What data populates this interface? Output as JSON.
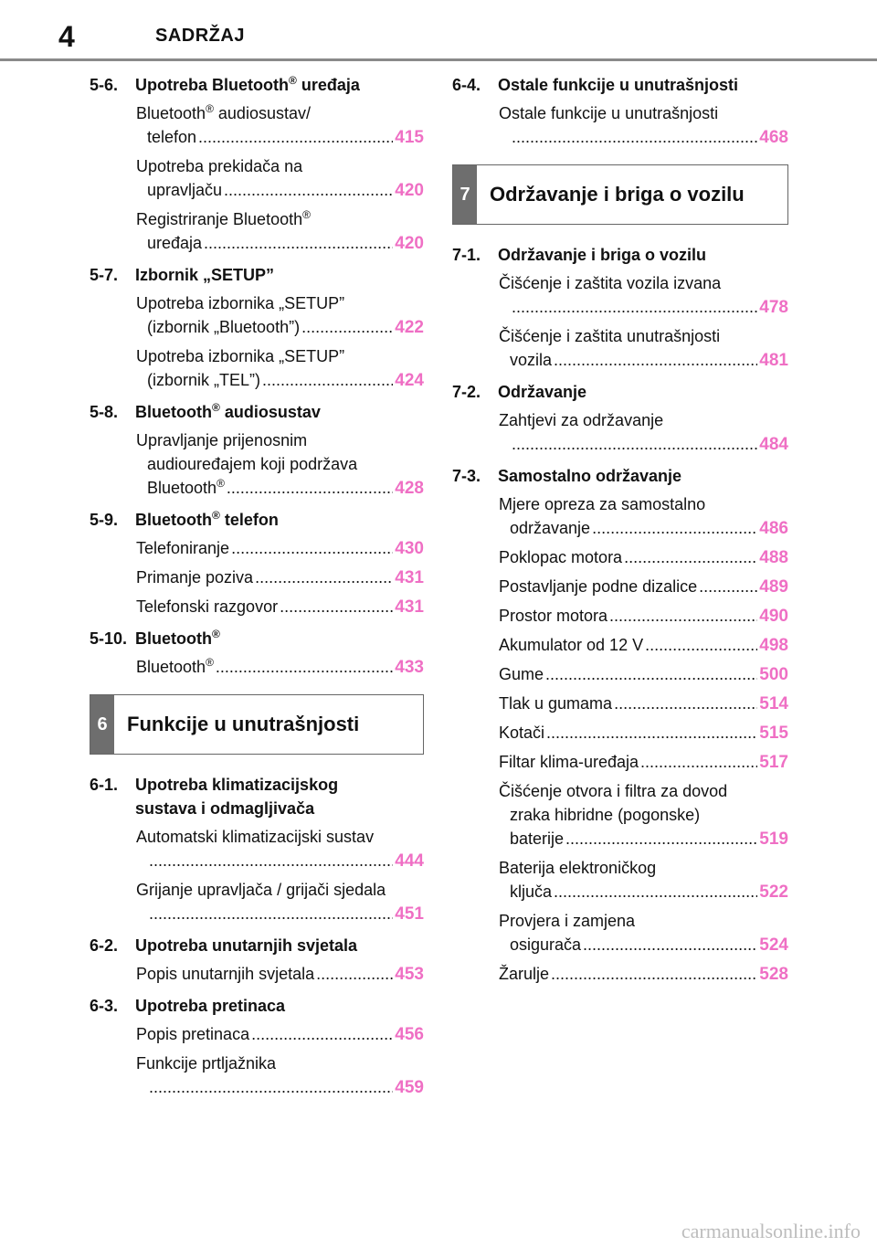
{
  "header": {
    "page_number": "4",
    "title": "SADRŽAJ"
  },
  "left": {
    "s56": {
      "num": "5-6.",
      "title": "Upotreba Bluetooth",
      "sup": "®",
      "title_after": " uređaja"
    },
    "e1": {
      "l1": "Bluetooth",
      "sup": "®",
      "l1b": " audiosustav/",
      "l2": "telefon",
      "page": "415"
    },
    "e2": {
      "l1": "Upotreba prekidača na",
      "l2": "upravljaču",
      "page": "420"
    },
    "e3": {
      "l1": "Registriranje Bluetooth",
      "sup": "®",
      "l2": "uređaja",
      "page": "420"
    },
    "s57": {
      "num": "5-7.",
      "title": "Izbornik „SETUP”"
    },
    "e4": {
      "l1": "Upotreba izbornika „SETUP”",
      "l2": "(izbornik „Bluetooth”)",
      "page": "422"
    },
    "e5": {
      "l1": "Upotreba izbornika „SETUP”",
      "l2": "(izbornik „TEL”)",
      "page": "424"
    },
    "s58": {
      "num": "5-8.",
      "title": "Bluetooth",
      "sup": "®",
      "title_after": " audiosustav"
    },
    "e6": {
      "l1": "Upravljanje prijenosnim",
      "l2": "audiouređajem koji podržava",
      "l3": "Bluetooth",
      "sup": "®",
      "page": "428"
    },
    "s59": {
      "num": "5-9.",
      "title": "Bluetooth",
      "sup": "®",
      "title_after": " telefon"
    },
    "e7": {
      "l1": "Telefoniranje",
      "page": "430"
    },
    "e8": {
      "l1": "Primanje poziva",
      "page": "431"
    },
    "e9": {
      "l1": "Telefonski razgovor",
      "page": "431"
    },
    "s510": {
      "num": "5-10.",
      "title": "Bluetooth",
      "sup": "®"
    },
    "e10": {
      "l1": "Bluetooth",
      "sup": "®",
      "page": "433"
    },
    "chap6": {
      "num": "6",
      "title": "Funkcije u unutrašnjosti"
    },
    "s61": {
      "num": "6-1.",
      "title": "Upotreba klimatizacijskog",
      "title2": "sustava i odmagljivača"
    },
    "e11": {
      "l1": "Automatski klimatizacijski sustav",
      "page": "444"
    },
    "e12": {
      "l1": "Grijanje upravljača / grijači sjedala",
      "page": "451"
    },
    "s62": {
      "num": "6-2.",
      "title": "Upotreba unutarnjih svjetala"
    },
    "e13": {
      "l1": "Popis unutarnjih svjetala",
      "page": "453"
    },
    "s63": {
      "num": "6-3.",
      "title": "Upotreba pretinaca"
    },
    "e14": {
      "l1": "Popis pretinaca",
      "page": "456"
    },
    "e15": {
      "l1": "Funkcije prtljažnika",
      "page": "459"
    }
  },
  "right": {
    "s64": {
      "num": "6-4.",
      "title": "Ostale funkcije u unutrašnjosti"
    },
    "e1": {
      "l1": "Ostale funkcije u unutrašnjosti",
      "page": "468"
    },
    "chap7": {
      "num": "7",
      "title": "Održavanje i briga o vozilu"
    },
    "s71": {
      "num": "7-1.",
      "title": "Održavanje i briga o vozilu"
    },
    "e2": {
      "l1": "Čišćenje i zaštita vozila izvana",
      "page": "478"
    },
    "e3": {
      "l1": "Čišćenje i zaštita unutrašnjosti",
      "l2": "vozila",
      "page": "481"
    },
    "s72": {
      "num": "7-2.",
      "title": "Održavanje"
    },
    "e4": {
      "l1": "Zahtjevi za održavanje",
      "page": "484"
    },
    "s73": {
      "num": "7-3.",
      "title": "Samostalno održavanje"
    },
    "e5": {
      "l1": "Mjere opreza za samostalno",
      "l2": "održavanje",
      "page": "486"
    },
    "e6": {
      "l1": "Poklopac motora",
      "page": "488"
    },
    "e7": {
      "l1": "Postavljanje podne dizalice",
      "page": "489"
    },
    "e8": {
      "l1": "Prostor motora",
      "page": "490"
    },
    "e9": {
      "l1": "Akumulator od 12 V",
      "page": "498"
    },
    "e10": {
      "l1": "Gume",
      "page": "500"
    },
    "e11": {
      "l1": "Tlak u gumama",
      "page": "514"
    },
    "e12": {
      "l1": "Kotači",
      "page": "515"
    },
    "e13": {
      "l1": "Filtar klima-uređaja",
      "page": "517"
    },
    "e14": {
      "l1": "Čišćenje otvora i filtra za dovod",
      "l2": "zraka hibridne (pogonske)",
      "l3": "baterije",
      "page": "519"
    },
    "e15": {
      "l1": "Baterija elektroničkog",
      "l2": "ključa",
      "page": "522"
    },
    "e16": {
      "l1": "Provjera i zamjena",
      "l2": "osigurača",
      "page": "524"
    },
    "e17": {
      "l1": "Žarulje",
      "page": "528"
    }
  },
  "watermark": "carmanualsonline.info"
}
